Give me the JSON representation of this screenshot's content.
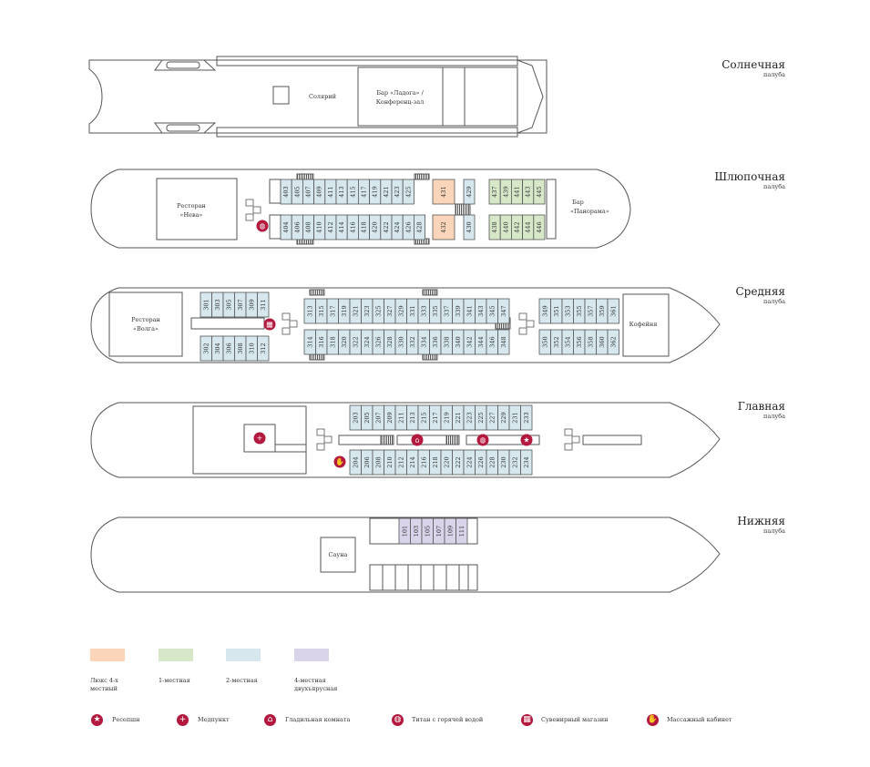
{
  "decks": [
    {
      "id": "sun",
      "title": "Солнечная",
      "subtitle": "палуба",
      "rooms": {
        "solarium": "Солярий",
        "bar_line1": "Бар «Ладога» /",
        "bar_line2": "Конференц-зал"
      }
    },
    {
      "id": "boat",
      "title": "Шлюпочная",
      "subtitle": "палуба",
      "rooms": {
        "rest_line1": "Ресторан",
        "rest_line2": "«Нева»",
        "bar_line1": "Бар",
        "bar_line2": "«Панорама»"
      }
    },
    {
      "id": "middle",
      "title": "Средняя",
      "subtitle": "палуба",
      "rooms": {
        "rest_line1": "Ресторан",
        "rest_line2": "«Волга»",
        "cafe": "Кофейня"
      }
    },
    {
      "id": "main",
      "title": "Главная",
      "subtitle": "палуба",
      "rooms": {}
    },
    {
      "id": "lower",
      "title": "Нижняя",
      "subtitle": "палуба",
      "rooms": {
        "sauna": "Сауна"
      }
    }
  ],
  "cabins": {
    "boat_top_blue": [
      "403",
      "405",
      "407",
      "409",
      "411",
      "413",
      "415",
      "417",
      "419",
      "421",
      "423",
      "425"
    ],
    "boat_bottom_blue": [
      "404",
      "406",
      "408",
      "410",
      "412",
      "414",
      "416",
      "418",
      "420",
      "422",
      "424",
      "426",
      "428"
    ],
    "boat_top_lux": "431",
    "boat_bottom_lux": "432",
    "boat_top_blue2": "429",
    "boat_bottom_blue2": "430",
    "boat_top_green": [
      "437",
      "439",
      "441",
      "443",
      "445"
    ],
    "boat_bottom_green": [
      "438",
      "440",
      "442",
      "444",
      "446"
    ],
    "mid_aft_top": [
      "301",
      "303",
      "305",
      "307",
      "309",
      "311"
    ],
    "mid_aft_bottom": [
      "302",
      "304",
      "306",
      "308",
      "310",
      "312"
    ],
    "mid_top": [
      "313",
      "315",
      "317",
      "319",
      "321",
      "323",
      "325",
      "327",
      "329",
      "331",
      "333",
      "335",
      "337",
      "339",
      "341",
      "343",
      "345",
      "347"
    ],
    "mid_bottom": [
      "314",
      "316",
      "318",
      "320",
      "322",
      "324",
      "326",
      "328",
      "330",
      "332",
      "334",
      "336",
      "338",
      "340",
      "342",
      "344",
      "346",
      "348"
    ],
    "mid_fwd_top": [
      "349",
      "351",
      "353",
      "355",
      "357",
      "359",
      "361"
    ],
    "mid_fwd_bottom": [
      "350",
      "352",
      "354",
      "356",
      "358",
      "360",
      "362"
    ],
    "main_top": [
      "203",
      "205",
      "207",
      "209",
      "211",
      "213",
      "215",
      "217",
      "219",
      "221",
      "223",
      "225",
      "227",
      "229",
      "231",
      "233"
    ],
    "main_bottom": [
      "204",
      "206",
      "208",
      "210",
      "212",
      "214",
      "216",
      "218",
      "220",
      "222",
      "224",
      "226",
      "228",
      "230",
      "232",
      "234"
    ],
    "lower_top": [
      "101",
      "103",
      "105",
      "107",
      "109",
      "111"
    ]
  },
  "legend": {
    "swatches": [
      {
        "label_line1": "Люкс 4-х",
        "label_line2": "местный",
        "color": "#fbd5b9"
      },
      {
        "label_line1": "1-местная",
        "label_line2": "",
        "color": "#d7e8c9"
      },
      {
        "label_line1": "2-местная",
        "label_line2": "",
        "color": "#d6e8ee"
      },
      {
        "label_line1": "4-местная",
        "label_line2": "двухъярусная",
        "color": "#d9d4ea"
      }
    ],
    "icons": [
      {
        "label": "Ресепшн",
        "glyph": "★"
      },
      {
        "label": "Медпункт",
        "glyph": "+"
      },
      {
        "label": "Гладильная комната",
        "glyph": "⌂"
      },
      {
        "label": "Титан с горячей водой",
        "glyph": "◍"
      },
      {
        "label": "Сувенирный магазин",
        "glyph": "▦"
      },
      {
        "label": "Массажный кабинет",
        "glyph": "✋"
      }
    ]
  },
  "colors": {
    "lux": "#fbd5b9",
    "single": "#d7e8c9",
    "double": "#d6e8ee",
    "bunk": "#d9d4ea",
    "icon": "#b3183f",
    "stroke": "#555555"
  }
}
